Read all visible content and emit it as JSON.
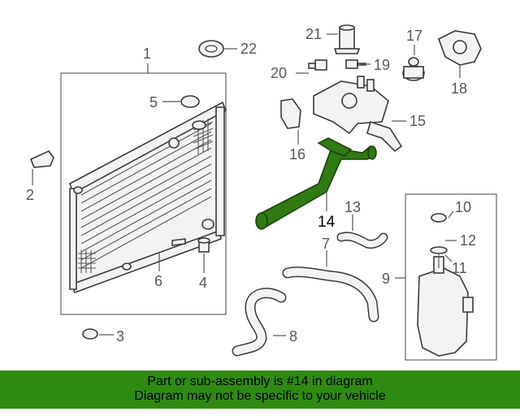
{
  "callouts": {
    "c1": "1",
    "c2": "2",
    "c3": "3",
    "c4": "4",
    "c5": "5",
    "c6": "6",
    "c7": "7",
    "c8": "8",
    "c9": "9",
    "c10": "10",
    "c11": "11",
    "c12": "12",
    "c13": "13",
    "c14": "14",
    "c15": "15",
    "c16": "16",
    "c17": "17",
    "c18": "18",
    "c19": "19",
    "c20": "20",
    "c21": "21",
    "c22": "22"
  },
  "highlighted_part": "14",
  "colors": {
    "highlight_fill": "#2f7a12",
    "footer_bg": "#2e8b12",
    "line": "#555555",
    "text": "#000000"
  },
  "footer": {
    "line1": "Part or sub-assembly is #14 in diagram",
    "line2": "Diagram may not be specific to your vehicle"
  }
}
